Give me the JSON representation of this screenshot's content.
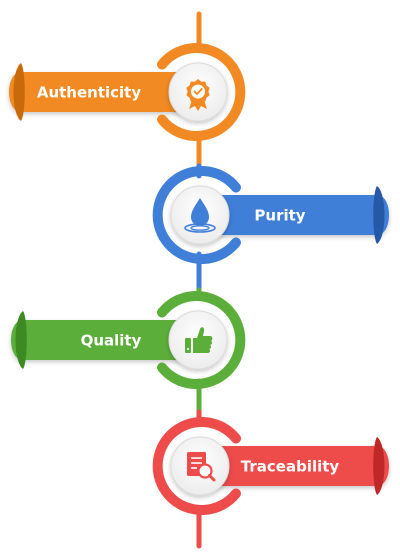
{
  "steps": [
    {
      "label": "Authenticity",
      "icon": "award-badge-icon",
      "color": "#F18A22",
      "dark": "#C96A0A"
    },
    {
      "label": "Purity",
      "icon": "water-drop-icon",
      "color": "#3F7FD8",
      "dark": "#2559A8"
    },
    {
      "label": "Quality",
      "icon": "thumbs-up-icon",
      "color": "#5BAE3A",
      "dark": "#3E8A22"
    },
    {
      "label": "Traceability",
      "icon": "document-search-icon",
      "color": "#EE4B4B",
      "dark": "#C02828"
    }
  ]
}
